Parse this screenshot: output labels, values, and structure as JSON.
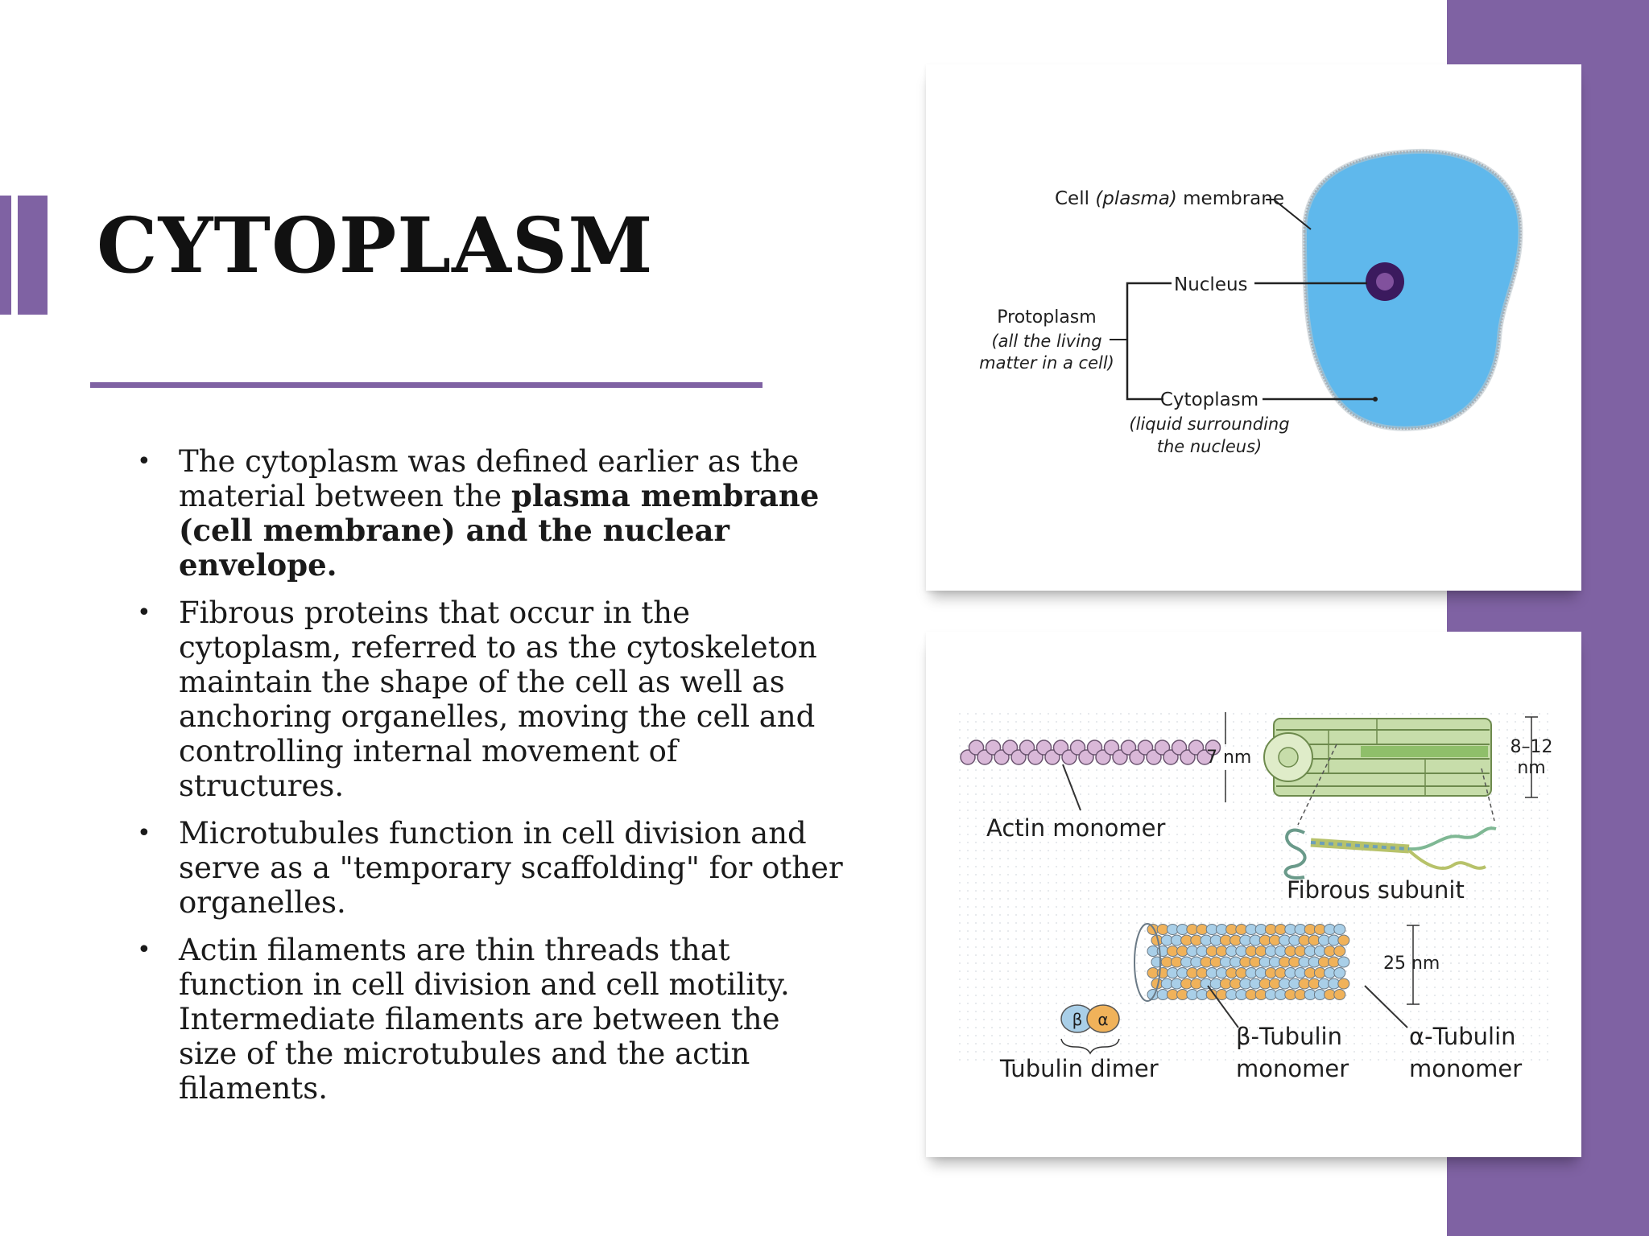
{
  "slide": {
    "title": "CYTOPLASM",
    "accent_color": "#7f62a3",
    "bullets": [
      {
        "parts": [
          {
            "text": "The cytoplasm was defined earlier as the material between the ",
            "bold": false
          },
          {
            "text": "plasma membrane (cell membrane) and the nuclear envelope.",
            "bold": true
          }
        ]
      },
      {
        "parts": [
          {
            "text": "Fibrous proteins that occur in the cytoplasm, referred to as the cytoskeleton maintain the shape of the cell as well as anchoring organelles, moving the cell and controlling internal movement of structures.",
            "bold": false
          }
        ]
      },
      {
        "parts": [
          {
            "text": "Microtubules function in cell division and serve as a \"temporary scaffolding\" for other organelles.",
            "bold": false
          }
        ]
      },
      {
        "parts": [
          {
            "text": "Actin filaments are thin threads that function in cell division and cell motility. Intermediate filaments are between the size of the microtubules and the actin filaments.",
            "bold": false
          }
        ]
      }
    ]
  },
  "cell_diagram": {
    "membrane_label_a": "Cell ",
    "membrane_label_b": "(plasma)",
    "membrane_label_c": " membrane",
    "nucleus_label": "Nucleus",
    "protoplasm_label": "Protoplasm",
    "protoplasm_note_1": "(all the living",
    "protoplasm_note_2": "matter in a cell)",
    "cytoplasm_label": "Cytoplasm",
    "cytoplasm_note_1": "(liquid surrounding",
    "cytoplasm_note_2": "the nucleus)",
    "cell_color": "#5fb8ec",
    "nucleus_color": "#3b1a5e"
  },
  "cytoskeleton_diagram": {
    "actin_label": "Actin monomer",
    "actin_size": "7 nm",
    "intermediate_size_1": "8–12",
    "intermediate_size_2": "nm",
    "fibrous_label": "Fibrous subunit",
    "microtubule_size": "25 nm",
    "beta_symbol": "β",
    "alpha_symbol": "α",
    "dimer_label": "Tubulin dimer",
    "beta_label_1": "β-Tubulin",
    "beta_label_2": "monomer",
    "alpha_label_1": "α-Tubulin",
    "alpha_label_2": "monomer",
    "actin_color": "#d9b8d8",
    "filament_color": "#a9c98a",
    "beta_color": "#a9cfe8",
    "alpha_color": "#f0b25a"
  }
}
